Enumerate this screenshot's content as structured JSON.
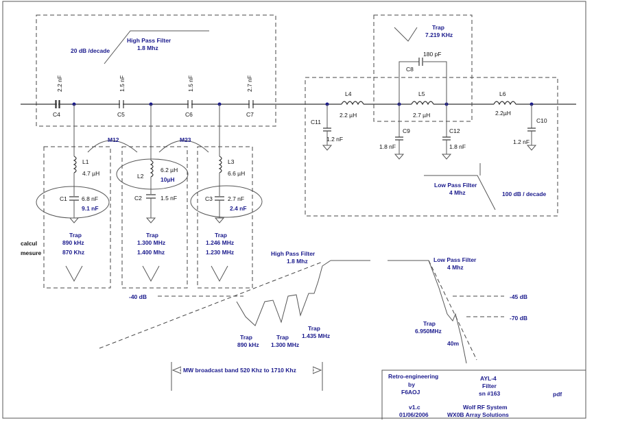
{
  "hpf_box": {
    "title1": "High Pass Filter",
    "title2": "1.8 Mhz",
    "slope": "20 dB /decade"
  },
  "series_caps": [
    {
      "name": "C4",
      "value": "2.2 nF"
    },
    {
      "name": "C5",
      "value": "1.5 nF"
    },
    {
      "name": "C6",
      "value": "1.5 nF"
    },
    {
      "name": "C7",
      "value": "2.7 nF"
    }
  ],
  "mutuals": {
    "m12": "M12",
    "m23": "M23"
  },
  "trap1": {
    "l_name": "L1",
    "l_value": "4.7 µH",
    "c_name": "C1",
    "c_calc": "6.8 nF",
    "c_meas": "9.1 nF",
    "title": "Trap",
    "f_calc": "890 kHz",
    "f_meas": "870 Khz"
  },
  "trap2": {
    "l_name": "L2",
    "l_calc": "6.2 µH",
    "l_meas": "10µH",
    "c_name": "C2",
    "c_value": "1.5 nF",
    "title": "Trap",
    "f_calc": "1.300 MHz",
    "f_meas": "1.400 Mhz"
  },
  "trap3": {
    "l_name": "L3",
    "l_value": "6.6 µH",
    "c_name": "C3",
    "c_calc": "2.7 nF",
    "c_meas": "2.4 nF",
    "title": "Trap",
    "f_calc": "1.246 MHz",
    "f_meas": "1.230 MHz"
  },
  "row_labels": {
    "calc": "calcul",
    "meas": "mesure"
  },
  "lpf": {
    "c11_name": "C11",
    "c11_value": "1.2 nF",
    "l4_name": "L4",
    "l4_value": "2.2 µH",
    "l5_name": "L5",
    "l5_value": "2.7 µH",
    "l6_name": "L6",
    "l6_value": "2.2µH",
    "c8_name": "C8",
    "c8_value": "180 pF",
    "c9_name": "C9",
    "c9_value": "1.8 nF",
    "c12_name": "C12",
    "c12_value": "1.8 nF",
    "c10_name": "C10",
    "c10_value": "1.2 nF",
    "trap_title": "Trap",
    "trap_freq": "7.219 KHz",
    "title1": "Low Pass Filter",
    "title2": "4 Mhz",
    "slope": "100 dB / decade"
  },
  "response": {
    "hp_title1": "High Pass Filter",
    "hp_title2": "1.8 Mhz",
    "lp_title1": "Low Pass Filter",
    "lp_title2": "4 Mhz",
    "db40": "-40 dB",
    "db45": "-45 dB",
    "db70": "-70 dB",
    "trapA1": "Trap",
    "trapA2": "890 kHz",
    "trapB1": "Trap",
    "trapB2": "1.300 MHz",
    "trapC1": "Trap",
    "trapC2": "1.435 MHz",
    "trapD1": "Trap",
    "trapD2": "6.950MHz",
    "band40": "40m",
    "mw_band": "MW broadcast band  520 Khz  to 1710 Khz"
  },
  "title_block": {
    "left1": "Retro-engineering",
    "left2": "by",
    "left3": "F6AOJ",
    "version": "v1.c",
    "date": "01/06/2006",
    "right1": "AYL-4",
    "right2": "Filter",
    "right3": "sn #163",
    "company1": "Wolf RF System",
    "company2": "WX0B Array Solutions",
    "pdf": "pdf"
  },
  "colors": {
    "accent": "#1a1a8c",
    "line": "#555555"
  }
}
